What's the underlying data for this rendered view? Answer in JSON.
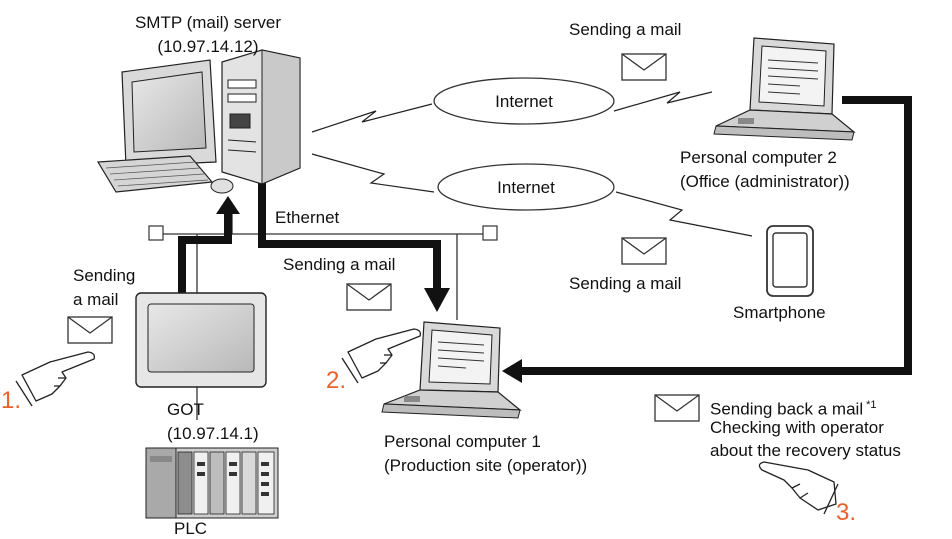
{
  "labels": {
    "smtp_server_name": "SMTP (mail) server",
    "smtp_server_ip": "(10.97.14.12)",
    "internet_top": "Internet",
    "internet_bottom": "Internet",
    "pc2_name": "Personal computer 2",
    "pc2_role": "(Office (administrator))",
    "sending_mail_top": "Sending a mail",
    "sending_mail_smartphone": "Sending a mail",
    "smartphone": "Smartphone",
    "ethernet": "Ethernet",
    "sending_mail_center": "Sending a mail",
    "sending_mail_left_1": "Sending",
    "sending_mail_left_2": "a mail",
    "got_name": "GOT",
    "got_ip": "(10.97.14.1)",
    "plc": "PLC",
    "pc1_name": "Personal computer 1",
    "pc1_role": "(Production site (operator))",
    "sending_back_mail": "Sending back a mail",
    "sending_back_note": "*1",
    "checking_line1": "Checking with operator",
    "checking_line2": "about the recovery status"
  },
  "steps": {
    "step1": "1.",
    "step2": "2.",
    "step3": "3."
  },
  "icons": [
    "desktop-computer-icon",
    "laptop-icon",
    "smartphone-icon",
    "envelope-icon",
    "pointing-hand-icon",
    "got-panel-icon",
    "plc-unit-icon",
    "lightning-link-icon"
  ],
  "colors": {
    "arrow": "#111111",
    "step_number": "#e8622a",
    "device_gray": "#d9d9d9",
    "screen_gray": "#bfbfbf"
  }
}
